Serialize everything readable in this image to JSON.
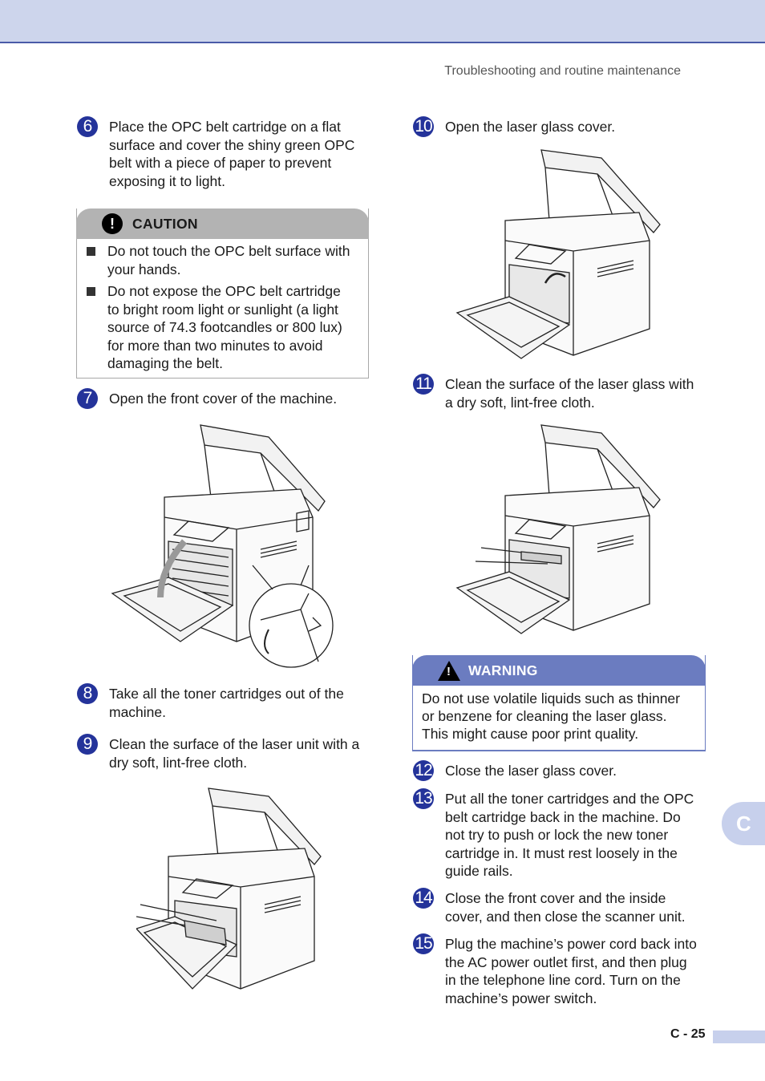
{
  "header": {
    "running_title": "Troubleshooting and routine maintenance"
  },
  "steps": [
    {
      "num": "6",
      "text": "Place the OPC belt cartridge on a flat\nsurface and cover the shiny green OPC\nbelt with a piece of paper to prevent\nexposing it to light."
    },
    {
      "num": "7",
      "text": "Open the front cover of the machine."
    },
    {
      "num": "8",
      "text": "Take all the toner cartridges out of the\nmachine."
    },
    {
      "num": "9",
      "text": "Clean the surface of the laser unit with a\ndry soft, lint-free cloth."
    },
    {
      "num": "10",
      "text": "Open the laser glass cover."
    },
    {
      "num": "11",
      "text": "Clean the surface of the laser glass with\na dry soft, lint-free cloth."
    },
    {
      "num": "12",
      "text": "Close the laser glass cover."
    },
    {
      "num": "13",
      "text": "Put all the toner cartridges and the OPC\nbelt cartridge back in the machine. Do\nnot try to push or lock the new toner\ncartridge in. It must rest loosely in the\nguide rails."
    },
    {
      "num": "14",
      "text": "Close the front cover and the inside\ncover, and then close the scanner unit."
    },
    {
      "num": "15",
      "text": "Plug the machine’s power cord back into\nthe AC power outlet first, and then plug\nin the telephone line cord. Turn on the\nmachine’s power switch."
    }
  ],
  "caution": {
    "label": "CAUTION",
    "items": [
      "Do not touch the OPC belt surface with\nyour hands.",
      "Do not expose the OPC belt cartridge\nto bright room light or sunlight (a light\nsource of 74.3 footcandles or 800 lux)\nfor more than two minutes to avoid\ndamaging the belt."
    ]
  },
  "warning": {
    "label": "WARNING",
    "text": "Do not use volatile liquids such as thinner\nor benzene for cleaning the laser glass.\nThis might cause poor print quality."
  },
  "colors": {
    "accent_blue": "#24339a",
    "band": "#cdd5ec",
    "warning_head": "#6b7cc0",
    "caution_head": "#b3b3b3"
  },
  "icons": [
    "exclamation-icon",
    "warning-triangle-icon"
  ],
  "side_tab": {
    "letter": "C"
  },
  "footer": {
    "page_number": "C - 25"
  }
}
